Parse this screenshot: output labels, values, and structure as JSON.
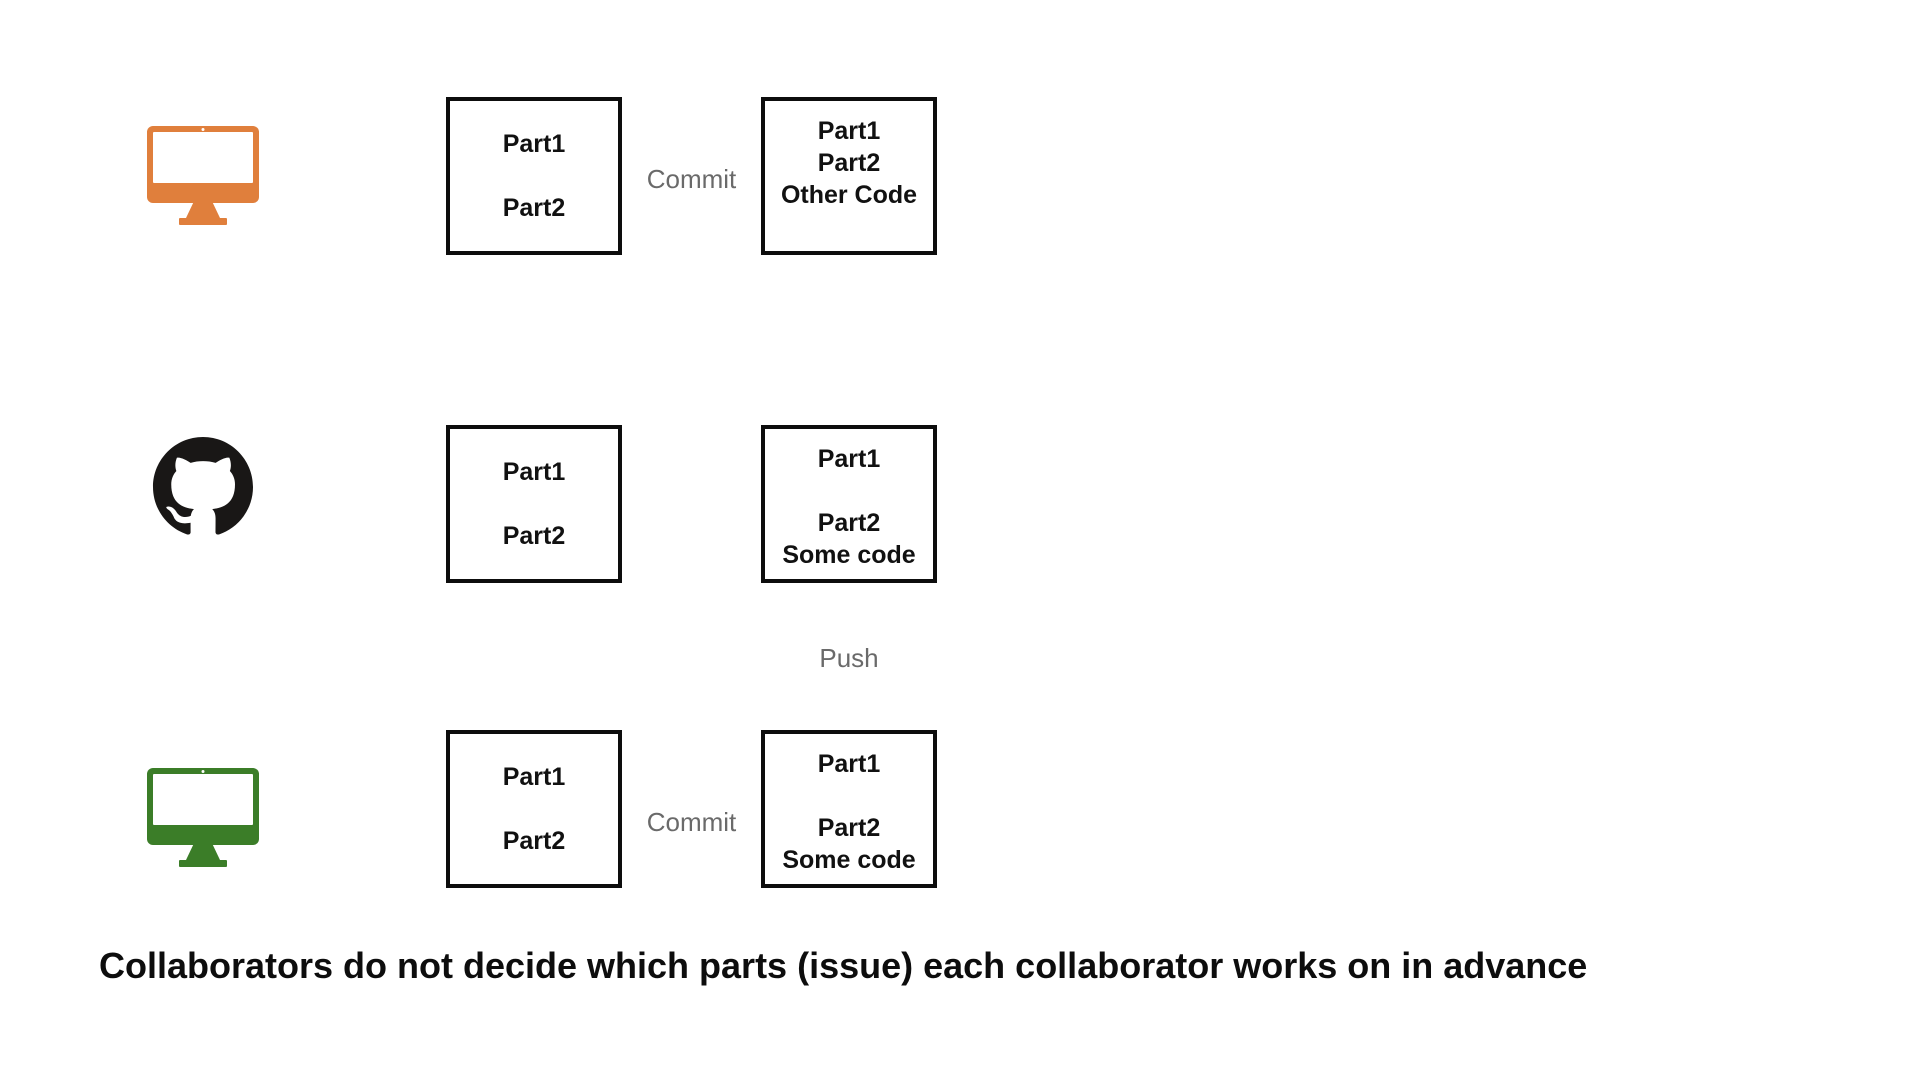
{
  "colors": {
    "background": "#ffffff",
    "box_border": "#0d0d0d",
    "box_text": "#111111",
    "label_gray": "#6a6a6a",
    "caption_text": "#0d0d0d",
    "monitor_orange": "#e07f3c",
    "monitor_green": "#3b7d28",
    "github_black": "#191716"
  },
  "rows": [
    {
      "name": "collaborator-a-local",
      "icon": "imac-monitor-icon-orange",
      "working_copy": {
        "lines": [
          "Part1",
          "",
          "Part2"
        ]
      },
      "action": "Commit",
      "result": {
        "lines": [
          "Part1",
          "Part2",
          "Other Code"
        ]
      }
    },
    {
      "name": "github-remote",
      "icon": "github-icon",
      "working_copy": {
        "lines": [
          "Part1",
          "",
          "Part2"
        ]
      },
      "result": {
        "lines": [
          "Part1",
          "",
          "Part2",
          "Some code"
        ]
      }
    },
    {
      "name": "collaborator-b-local",
      "icon": "imac-monitor-icon-green",
      "working_copy": {
        "lines": [
          "Part1",
          "",
          "Part2"
        ]
      },
      "action": "Commit",
      "result": {
        "lines": [
          "Part1",
          "",
          "Part2",
          "Some code"
        ]
      }
    }
  ],
  "push_label": "Push",
  "caption": "Collaborators do not decide which parts (issue) each collaborator works on in advance"
}
